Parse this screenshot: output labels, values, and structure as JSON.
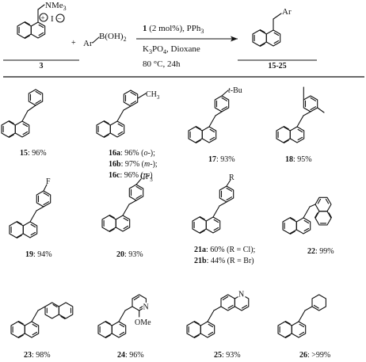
{
  "reaction": {
    "amine_label": "NMe",
    "amine_sub": "3",
    "plus_charge": "+",
    "iodide": "I",
    "minus_charge": "−",
    "reactant_number": "3",
    "plus_sign": "+",
    "boronic_prefix": "Ar",
    "boronic_group": "B(OH)",
    "boronic_sub": "2",
    "cond_cat_number": "1",
    "cond_cat_rest": " (2 mol%), PPh",
    "cond_cat_sub": "3",
    "cond_base_prefix": "K",
    "cond_base_sub1": "3",
    "cond_base_mid": "PO",
    "cond_base_sub2": "4",
    "cond_base_rest": ", Dioxane",
    "cond_temp": "80 °C, 24h",
    "product_ar": "Ar",
    "product_range": "15-25"
  },
  "products": {
    "p15": {
      "num": "15",
      "yield": ": 96%"
    },
    "p16": {
      "substituent": "CH",
      "substituent_sub": "3",
      "a_num": "16a",
      "a_yield": ": 96% (",
      "a_pos": "o-",
      "a_end": ");",
      "b_num": "16b",
      "b_yield": ": 97% (",
      "b_pos": "m-",
      "b_end": ");",
      "c_num": "16c",
      "c_yield": ": 96% (",
      "c_pos": "p-",
      "c_end": ")"
    },
    "p17": {
      "substituent_t": "t",
      "substituent_rest": "-Bu",
      "num": "17",
      "yield": ": 93%"
    },
    "p18": {
      "num": "18",
      "yield": ": 95%"
    },
    "p19": {
      "substituent": "F",
      "num": "19",
      "yield": ": 94%"
    },
    "p20": {
      "substituent": "CF",
      "substituent_sub": "3",
      "num": "20",
      "yield": ": 93%"
    },
    "p21": {
      "substituent": "R",
      "a_num": "21a",
      "a_yield": ": 60% (R = Cl);",
      "b_num": "21b",
      "b_yield": ": 44% (R = Br)"
    },
    "p22": {
      "num": "22",
      "yield": ": 99%"
    },
    "p23": {
      "num": "23",
      "yield": ": 98%"
    },
    "p24": {
      "n_atom": "N",
      "substituent": "OMe",
      "num": "24",
      "yield": ": 96%"
    },
    "p25": {
      "n_atom": "N",
      "num": "25",
      "yield": ": 93%"
    },
    "p26": {
      "num": "26",
      "yield": ": >99%"
    }
  }
}
